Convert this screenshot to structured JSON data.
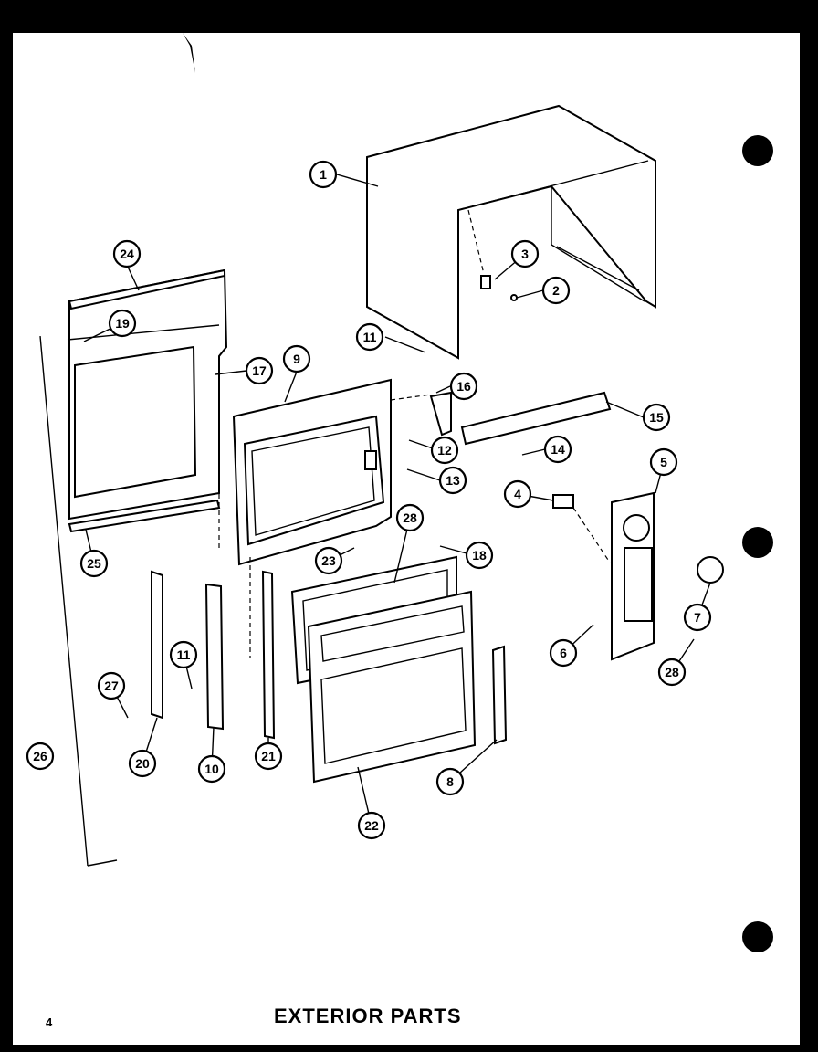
{
  "page_number": "4",
  "title": "EXTERIOR PARTS",
  "callouts": [
    "1",
    "2",
    "3",
    "4",
    "5",
    "6",
    "7",
    "8",
    "9",
    "10",
    "11",
    "11",
    "12",
    "13",
    "14",
    "15",
    "16",
    "17",
    "18",
    "19",
    "20",
    "21",
    "22",
    "23",
    "24",
    "25",
    "26",
    "27",
    "28",
    "28"
  ]
}
